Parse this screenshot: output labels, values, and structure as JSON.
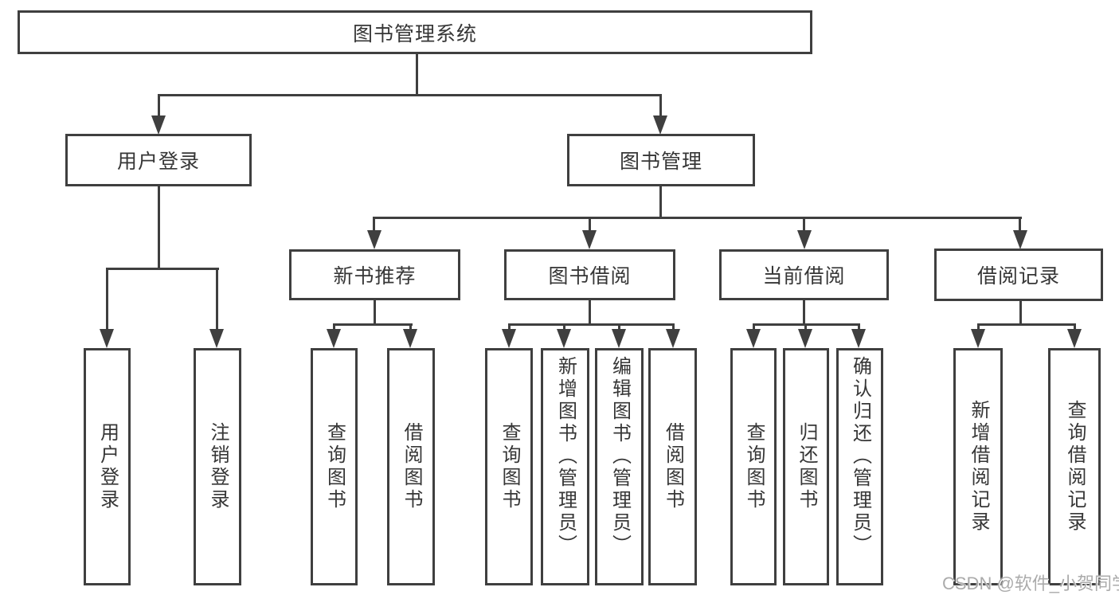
{
  "colors": {
    "line": "#3f3f3f",
    "text": "#363636",
    "bg": "#ffffff",
    "watermark": "#ababab"
  },
  "diagram": {
    "root": {
      "label": "图书管理系统"
    },
    "level2": [
      {
        "label": "用户登录"
      },
      {
        "label": "图书管理"
      }
    ],
    "level3": [
      {
        "label": "新书推荐"
      },
      {
        "label": "图书借阅"
      },
      {
        "label": "当前借阅"
      },
      {
        "label": "借阅记录"
      }
    ],
    "leaves": [
      {
        "label": "用户登录"
      },
      {
        "label": "注销登录"
      },
      {
        "label": "查询图书"
      },
      {
        "label": "借阅图书"
      },
      {
        "label": "查询图书"
      },
      {
        "label": "新增图书（管理员）"
      },
      {
        "label": "编辑图书（管理员）"
      },
      {
        "label": "借阅图书"
      },
      {
        "label": "查询图书"
      },
      {
        "label": "归还图书"
      },
      {
        "label": "确认归还（管理员）"
      },
      {
        "label": "新增借阅记录"
      },
      {
        "label": "查询借阅记录"
      }
    ]
  },
  "watermark": {
    "text": "CSDN @软件_小贺同学"
  }
}
